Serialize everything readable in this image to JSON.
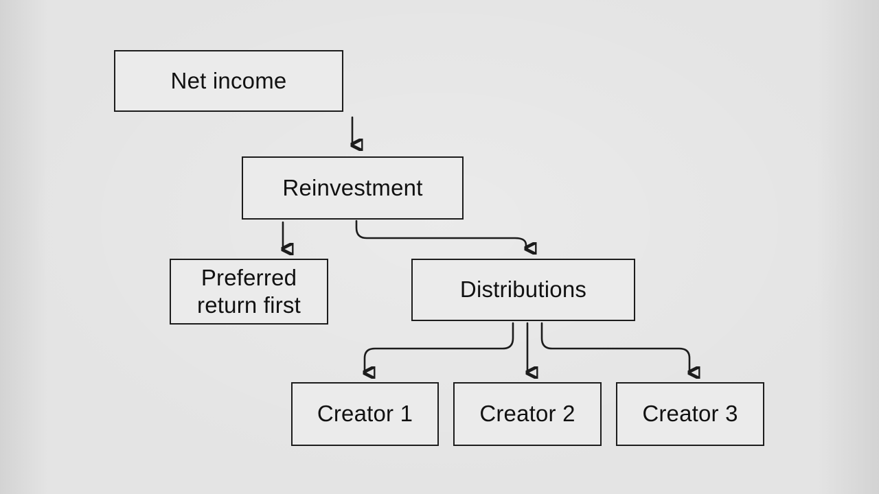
{
  "diagram": {
    "background_color": "#e4e4e4",
    "box_fill_color": "#ebebeb",
    "box_border_color": "#1c1c1c",
    "text_color": "#111111",
    "arrow_color": "#1c1c1c",
    "nodes": [
      {
        "id": "net-income",
        "label": "Net income"
      },
      {
        "id": "reinvestment",
        "label": "Reinvestment"
      },
      {
        "id": "preferred",
        "label": "Preferred return first"
      },
      {
        "id": "distributions",
        "label": "Distributions"
      },
      {
        "id": "creator-1",
        "label": "Creator 1"
      },
      {
        "id": "creator-2",
        "label": "Creator 2"
      },
      {
        "id": "creator-3",
        "label": "Creator 3"
      }
    ],
    "edges": [
      {
        "from": "net-income",
        "to": "reinvestment"
      },
      {
        "from": "reinvestment",
        "to": "preferred"
      },
      {
        "from": "reinvestment",
        "to": "distributions"
      },
      {
        "from": "distributions",
        "to": "creator-1"
      },
      {
        "from": "distributions",
        "to": "creator-2"
      },
      {
        "from": "distributions",
        "to": "creator-3"
      }
    ]
  }
}
